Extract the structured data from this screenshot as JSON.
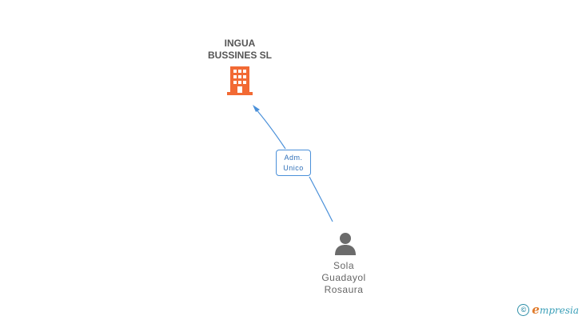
{
  "company": {
    "name_line1": "INGUA",
    "name_line2": "BUSSINES SL",
    "icon": "building-icon",
    "icon_color": "#f26a34"
  },
  "relation": {
    "role_line1": "Adm.",
    "role_line2": "Unico",
    "line_color": "#4a90d9"
  },
  "person": {
    "name_line1": "Sola",
    "name_line2": "Guadayol",
    "name_line3": "Rosaura",
    "icon": "person-icon",
    "icon_color": "#6b6b6b"
  },
  "footer": {
    "copyright_symbol": "©",
    "brand_initial": "e",
    "brand_rest": "mpresia"
  }
}
